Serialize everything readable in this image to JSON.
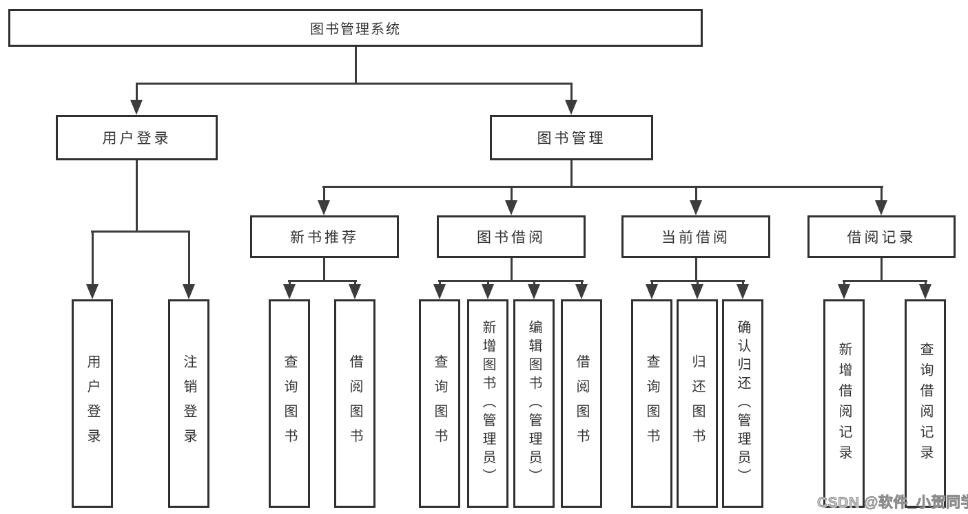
{
  "tree": {
    "root": {
      "label": "图书管理系统"
    },
    "branches": [
      {
        "label": "用户登录",
        "children": [
          "用户登录",
          "注销登录"
        ]
      },
      {
        "label": "图书管理",
        "groups": [
          {
            "label": "新书推荐",
            "children": [
              "查询图书",
              "借阅图书"
            ]
          },
          {
            "label": "图书借阅",
            "children": [
              "查询图书",
              "新增图书（管理员）",
              "编辑图书（管理员）",
              "借阅图书"
            ]
          },
          {
            "label": "当前借阅",
            "children": [
              "查询图书",
              "归还图书",
              "确认归还（管理员）"
            ]
          },
          {
            "label": "借阅记录",
            "children": [
              "新增借阅记录",
              "查询借阅记录"
            ]
          }
        ]
      }
    ]
  },
  "watermark": {
    "text": "CSDN @软件_小贺同学"
  },
  "colors": {
    "box_border": "#303030",
    "connector_line": "#3c3c3c",
    "text": "#333333",
    "watermark_gray": "#8c8c8c",
    "background": "#ffffff"
  }
}
